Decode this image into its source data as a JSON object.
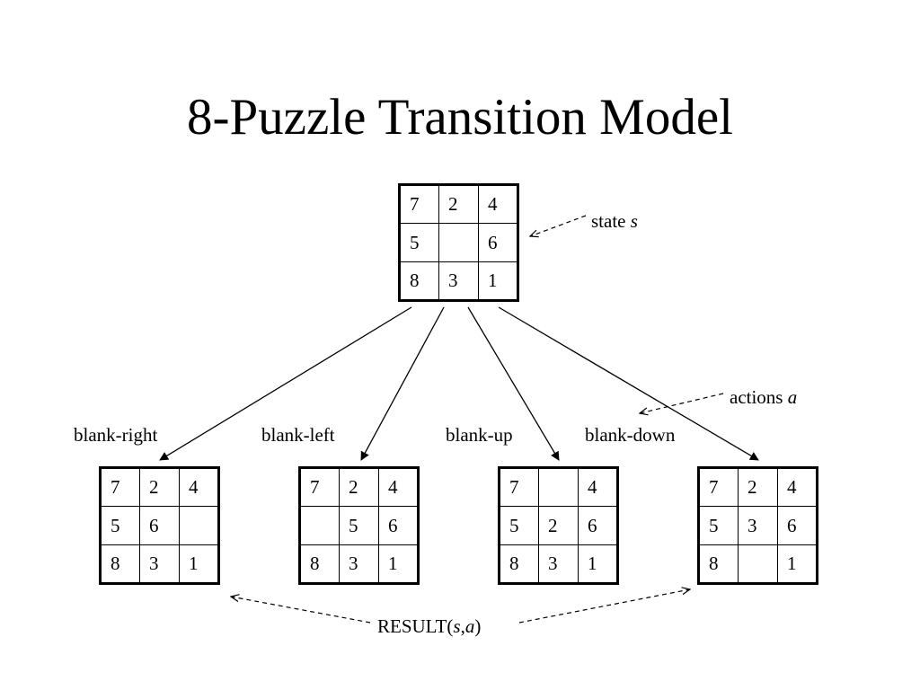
{
  "title": "8-Puzzle Transition Model",
  "root_state": [
    [
      "7",
      "2",
      "4"
    ],
    [
      "5",
      "",
      "6"
    ],
    [
      "8",
      "3",
      "1"
    ]
  ],
  "state_label": {
    "text": "state ",
    "var": "s"
  },
  "actions_label": {
    "text": "actions ",
    "var": "a"
  },
  "children": [
    {
      "action": "blank-right",
      "grid": [
        [
          "7",
          "2",
          "4"
        ],
        [
          "5",
          "6",
          ""
        ],
        [
          "8",
          "3",
          "1"
        ]
      ]
    },
    {
      "action": "blank-left",
      "grid": [
        [
          "7",
          "2",
          "4"
        ],
        [
          "",
          "5",
          "6"
        ],
        [
          "8",
          "3",
          "1"
        ]
      ]
    },
    {
      "action": "blank-up",
      "grid": [
        [
          "7",
          "",
          "4"
        ],
        [
          "5",
          "2",
          "6"
        ],
        [
          "8",
          "3",
          "1"
        ]
      ]
    },
    {
      "action": "blank-down",
      "grid": [
        [
          "7",
          "2",
          "4"
        ],
        [
          "5",
          "3",
          "6"
        ],
        [
          "8",
          "",
          "1"
        ]
      ]
    }
  ],
  "result_label": {
    "prefix": "RESULT(",
    "s": "s",
    "comma": ",",
    "a": "a",
    "suffix": ")"
  }
}
